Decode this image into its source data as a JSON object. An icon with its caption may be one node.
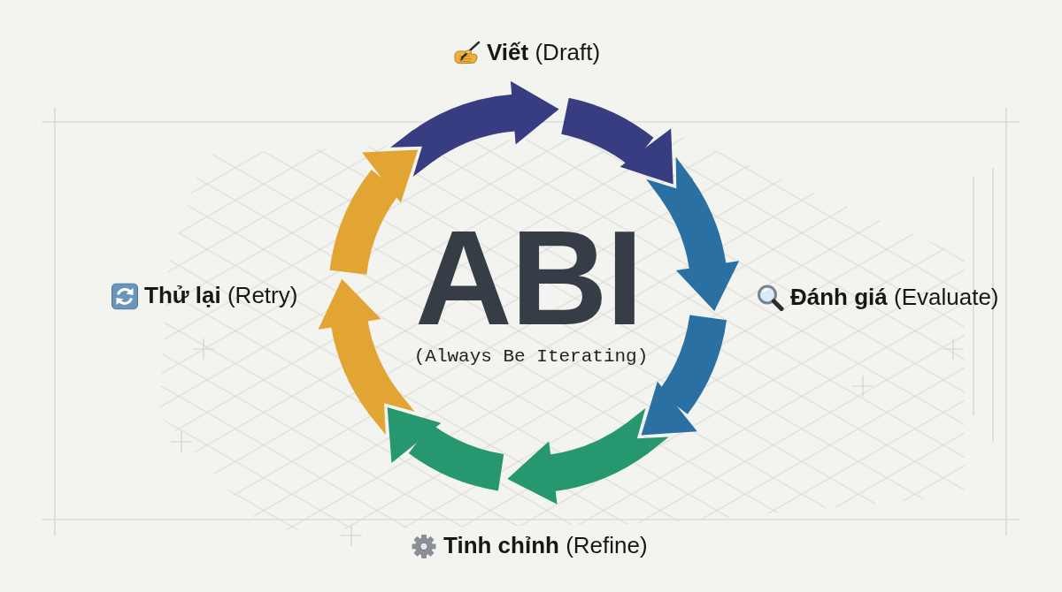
{
  "diagram": {
    "nodes": [
      {
        "text": [
          "**Viết** (Draft)"
        ]
      },
      {
        "text": [
          "**Đánh giá** (Evaluate)"
        ]
      },
      {
        "text": [
          "**Tinh chỉnh** (Refine)"
        ]
      },
      {
        "text": [
          "**Thử lại** (Retry)"
        ]
      }
    ],
    "edges": [
      {
        "from": 0,
        "to": 1,
        "arrow": "to",
        "color": "#2b70a2"
      },
      {
        "from": 1,
        "to": 2,
        "arrow": "to",
        "color": "#27976f"
      },
      {
        "from": 2,
        "to": 3,
        "arrow": "to",
        "color": "#e2a534"
      },
      {
        "from": 3,
        "to": 0,
        "arrow": "to",
        "color": "#383d82"
      }
    ],
    "labels": [
      "ABI",
      "(Always Be Iterating)"
    ]
  }
}
